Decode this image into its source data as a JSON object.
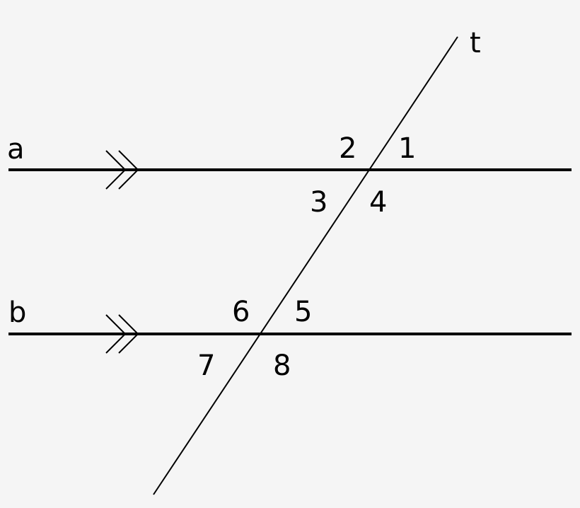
{
  "lines": {
    "a": "a",
    "b": "b",
    "t": "t"
  },
  "angles": [
    "1",
    "2",
    "3",
    "4",
    "5",
    "6",
    "7",
    "8"
  ],
  "colors": {
    "stroke": "#000000",
    "background": "#f5f5f5"
  }
}
